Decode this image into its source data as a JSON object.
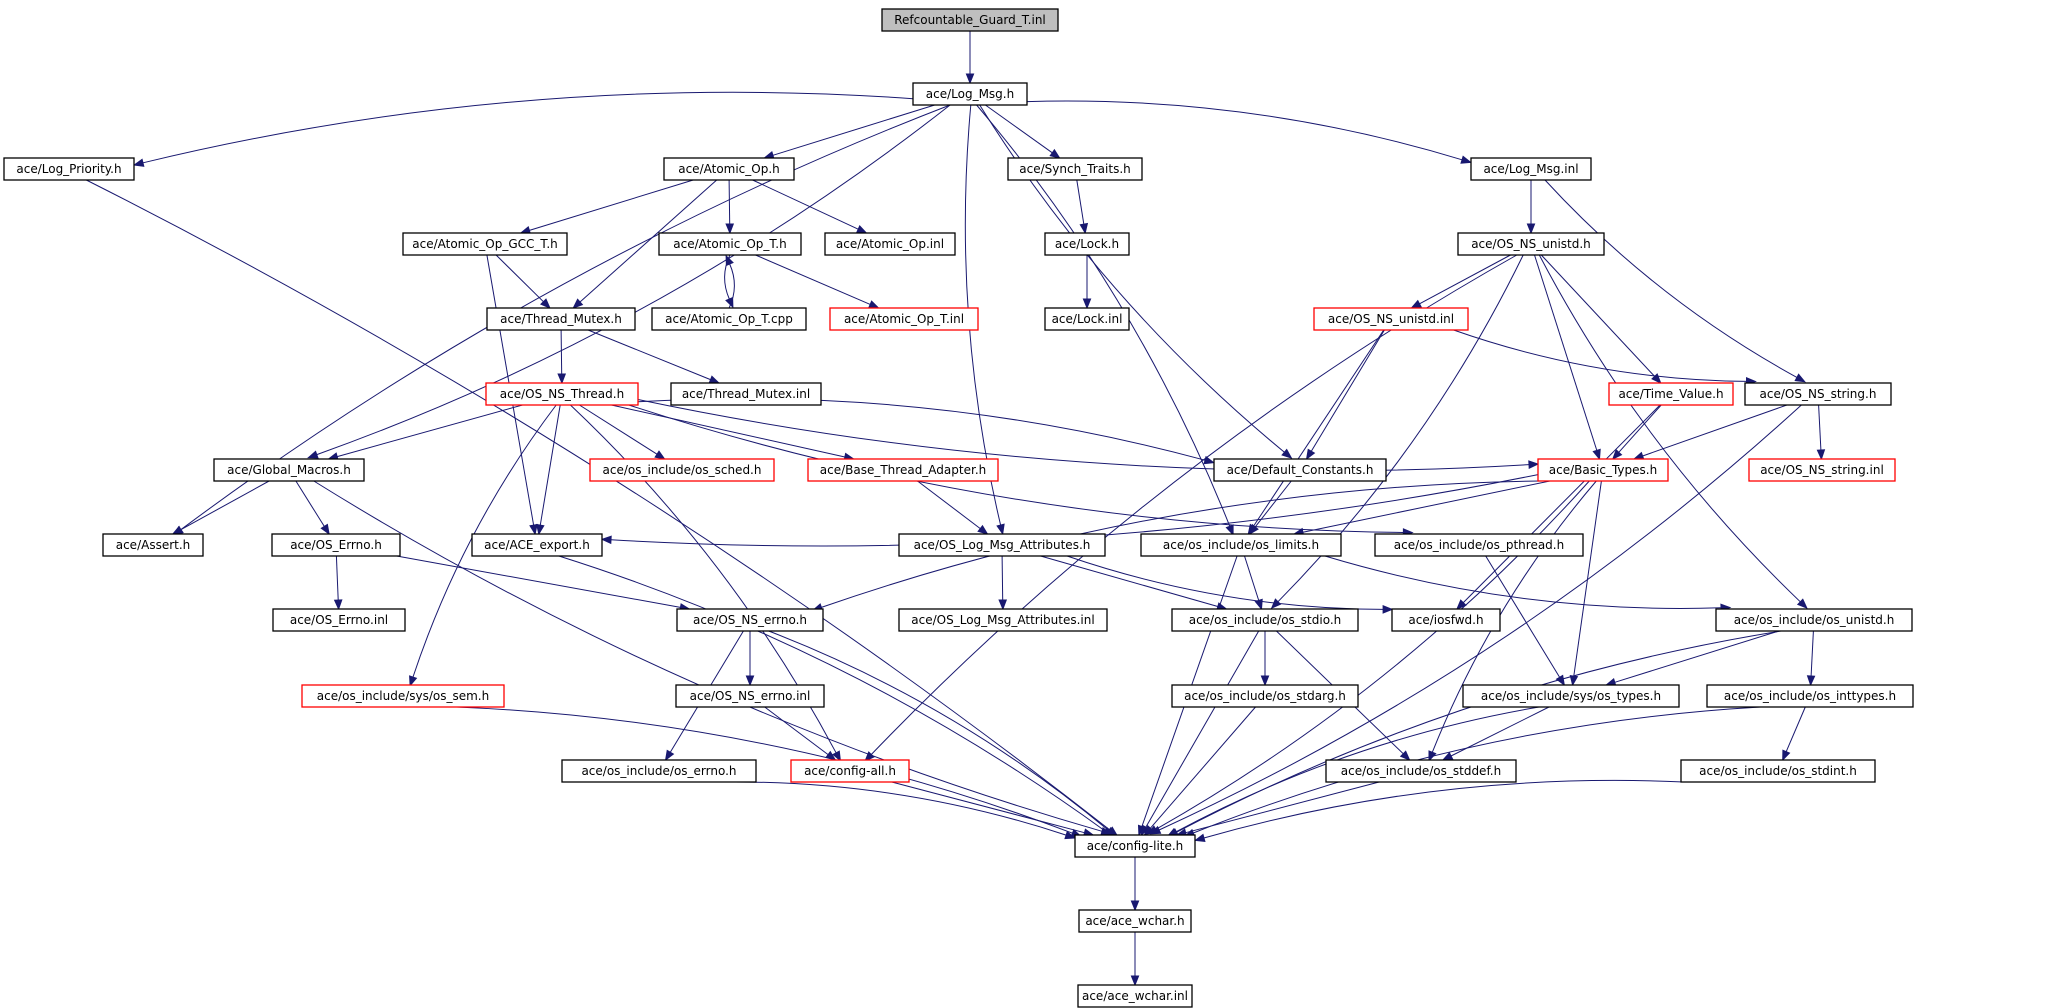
{
  "colors": {
    "edge": "#191970",
    "root_fill": "#bfbfbf",
    "normal_border": "#000000",
    "incomplete_border": "#ff0000",
    "background": "#ffffff"
  },
  "graph": {
    "nodes": [
      {
        "id": "root",
        "label": "Refcountable_Guard_T.inl",
        "style": "root"
      },
      {
        "id": "log_msg_h",
        "label": "ace/Log_Msg.h",
        "style": "normal"
      },
      {
        "id": "log_priority_h",
        "label": "ace/Log_Priority.h",
        "style": "normal"
      },
      {
        "id": "atomic_op_h",
        "label": "ace/Atomic_Op.h",
        "style": "normal"
      },
      {
        "id": "synch_traits_h",
        "label": "ace/Synch_Traits.h",
        "style": "normal"
      },
      {
        "id": "log_msg_inl",
        "label": "ace/Log_Msg.inl",
        "style": "normal"
      },
      {
        "id": "atomic_op_gcc_t_h",
        "label": "ace/Atomic_Op_GCC_T.h",
        "style": "normal"
      },
      {
        "id": "atomic_op_t_h",
        "label": "ace/Atomic_Op_T.h",
        "style": "normal"
      },
      {
        "id": "atomic_op_inl",
        "label": "ace/Atomic_Op.inl",
        "style": "normal"
      },
      {
        "id": "lock_h",
        "label": "ace/Lock.h",
        "style": "normal"
      },
      {
        "id": "os_ns_unistd_h",
        "label": "ace/OS_NS_unistd.h",
        "style": "normal"
      },
      {
        "id": "thread_mutex_h",
        "label": "ace/Thread_Mutex.h",
        "style": "normal"
      },
      {
        "id": "atomic_op_t_cpp",
        "label": "ace/Atomic_Op_T.cpp",
        "style": "normal"
      },
      {
        "id": "atomic_op_t_inl",
        "label": "ace/Atomic_Op_T.inl",
        "style": "incomplete"
      },
      {
        "id": "lock_inl",
        "label": "ace/Lock.inl",
        "style": "normal"
      },
      {
        "id": "os_ns_unistd_inl",
        "label": "ace/OS_NS_unistd.inl",
        "style": "incomplete"
      },
      {
        "id": "os_ns_thread_h",
        "label": "ace/OS_NS_Thread.h",
        "style": "incomplete"
      },
      {
        "id": "thread_mutex_inl",
        "label": "ace/Thread_Mutex.inl",
        "style": "normal"
      },
      {
        "id": "time_value_h",
        "label": "ace/Time_Value.h",
        "style": "incomplete"
      },
      {
        "id": "os_ns_string_h",
        "label": "ace/OS_NS_string.h",
        "style": "normal"
      },
      {
        "id": "global_macros_h",
        "label": "ace/Global_Macros.h",
        "style": "normal"
      },
      {
        "id": "os_sched_h",
        "label": "ace/os_include/os_sched.h",
        "style": "incomplete"
      },
      {
        "id": "base_thread_adapter_h",
        "label": "ace/Base_Thread_Adapter.h",
        "style": "incomplete"
      },
      {
        "id": "default_constants_h",
        "label": "ace/Default_Constants.h",
        "style": "normal"
      },
      {
        "id": "basic_types_h",
        "label": "ace/Basic_Types.h",
        "style": "incomplete"
      },
      {
        "id": "os_ns_string_inl",
        "label": "ace/OS_NS_string.inl",
        "style": "incomplete"
      },
      {
        "id": "assert_h",
        "label": "ace/Assert.h",
        "style": "normal"
      },
      {
        "id": "os_errno_h",
        "label": "ace/OS_Errno.h",
        "style": "normal"
      },
      {
        "id": "ace_export_h",
        "label": "ace/ACE_export.h",
        "style": "normal"
      },
      {
        "id": "os_log_msg_attributes_h",
        "label": "ace/OS_Log_Msg_Attributes.h",
        "style": "normal"
      },
      {
        "id": "os_limits_h",
        "label": "ace/os_include/os_limits.h",
        "style": "normal"
      },
      {
        "id": "os_pthread_h",
        "label": "ace/os_include/os_pthread.h",
        "style": "normal"
      },
      {
        "id": "os_errno_inl",
        "label": "ace/OS_Errno.inl",
        "style": "normal"
      },
      {
        "id": "os_ns_errno_h",
        "label": "ace/OS_NS_errno.h",
        "style": "normal"
      },
      {
        "id": "os_log_msg_attributes_inl",
        "label": "ace/OS_Log_Msg_Attributes.inl",
        "style": "normal"
      },
      {
        "id": "os_stdio_h",
        "label": "ace/os_include/os_stdio.h",
        "style": "normal"
      },
      {
        "id": "iosfwd_h",
        "label": "ace/iosfwd.h",
        "style": "normal"
      },
      {
        "id": "os_unistd_h",
        "label": "ace/os_include/os_unistd.h",
        "style": "normal"
      },
      {
        "id": "sys_os_sem_h",
        "label": "ace/os_include/sys/os_sem.h",
        "style": "incomplete"
      },
      {
        "id": "os_ns_errno_inl",
        "label": "ace/OS_NS_errno.inl",
        "style": "normal"
      },
      {
        "id": "os_stdarg_h",
        "label": "ace/os_include/os_stdarg.h",
        "style": "normal"
      },
      {
        "id": "sys_os_types_h",
        "label": "ace/os_include/sys/os_types.h",
        "style": "normal"
      },
      {
        "id": "os_inttypes_h",
        "label": "ace/os_include/os_inttypes.h",
        "style": "normal"
      },
      {
        "id": "os_errno_os_h",
        "label": "ace/os_include/os_errno.h",
        "style": "normal"
      },
      {
        "id": "config_all_h",
        "label": "ace/config-all.h",
        "style": "incomplete"
      },
      {
        "id": "os_stddef_h",
        "label": "ace/os_include/os_stddef.h",
        "style": "normal"
      },
      {
        "id": "os_stdint_h",
        "label": "ace/os_include/os_stdint.h",
        "style": "normal"
      },
      {
        "id": "config_lite_h",
        "label": "ace/config-lite.h",
        "style": "normal"
      },
      {
        "id": "ace_wchar_h",
        "label": "ace/ace_wchar.h",
        "style": "normal"
      },
      {
        "id": "ace_wchar_inl",
        "label": "ace/ace_wchar.inl",
        "style": "normal"
      }
    ],
    "edges": [
      [
        "root",
        "log_msg_h"
      ],
      [
        "log_msg_h",
        "log_priority_h"
      ],
      [
        "log_msg_h",
        "atomic_op_h"
      ],
      [
        "log_msg_h",
        "synch_traits_h"
      ],
      [
        "log_msg_h",
        "log_msg_inl"
      ],
      [
        "log_msg_h",
        "assert_h"
      ],
      [
        "log_msg_h",
        "global_macros_h"
      ],
      [
        "log_msg_h",
        "os_log_msg_attributes_h"
      ],
      [
        "log_msg_h",
        "os_limits_h"
      ],
      [
        "log_msg_h",
        "default_constants_h"
      ],
      [
        "log_priority_h",
        "config_lite_h"
      ],
      [
        "atomic_op_h",
        "atomic_op_gcc_t_h"
      ],
      [
        "atomic_op_h",
        "atomic_op_t_h"
      ],
      [
        "atomic_op_h",
        "atomic_op_inl"
      ],
      [
        "atomic_op_h",
        "thread_mutex_h"
      ],
      [
        "atomic_op_gcc_t_h",
        "thread_mutex_h"
      ],
      [
        "atomic_op_gcc_t_h",
        "ace_export_h"
      ],
      [
        "atomic_op_t_h",
        "atomic_op_t_cpp"
      ],
      [
        "atomic_op_t_cpp",
        "atomic_op_t_h"
      ],
      [
        "atomic_op_t_h",
        "atomic_op_t_inl"
      ],
      [
        "synch_traits_h",
        "lock_h"
      ],
      [
        "lock_h",
        "lock_inl"
      ],
      [
        "log_msg_inl",
        "os_ns_unistd_h"
      ],
      [
        "log_msg_inl",
        "os_ns_string_h"
      ],
      [
        "os_ns_unistd_h",
        "os_ns_unistd_inl"
      ],
      [
        "os_ns_unistd_h",
        "time_value_h"
      ],
      [
        "os_ns_unistd_h",
        "basic_types_h"
      ],
      [
        "os_ns_unistd_h",
        "os_unistd_h"
      ],
      [
        "os_ns_unistd_h",
        "os_stdio_h"
      ],
      [
        "os_ns_unistd_h",
        "config_all_h"
      ],
      [
        "os_ns_unistd_inl",
        "default_constants_h"
      ],
      [
        "os_ns_unistd_inl",
        "os_ns_string_h"
      ],
      [
        "os_ns_unistd_inl",
        "os_limits_h"
      ],
      [
        "thread_mutex_h",
        "os_ns_thread_h"
      ],
      [
        "thread_mutex_h",
        "thread_mutex_inl"
      ],
      [
        "os_ns_thread_h",
        "global_macros_h"
      ],
      [
        "os_ns_thread_h",
        "os_sched_h"
      ],
      [
        "os_ns_thread_h",
        "base_thread_adapter_h"
      ],
      [
        "os_ns_thread_h",
        "default_constants_h"
      ],
      [
        "os_ns_thread_h",
        "basic_types_h"
      ],
      [
        "os_ns_thread_h",
        "ace_export_h"
      ],
      [
        "os_ns_thread_h",
        "sys_os_sem_h"
      ],
      [
        "os_ns_thread_h",
        "config_all_h"
      ],
      [
        "os_ns_thread_h",
        "os_pthread_h"
      ],
      [
        "time_value_h",
        "basic_types_h"
      ],
      [
        "time_value_h",
        "iosfwd_h"
      ],
      [
        "os_ns_string_h",
        "basic_types_h"
      ],
      [
        "os_ns_string_h",
        "os_ns_string_inl"
      ],
      [
        "os_ns_string_h",
        "config_lite_h"
      ],
      [
        "global_macros_h",
        "assert_h"
      ],
      [
        "global_macros_h",
        "os_errno_h"
      ],
      [
        "global_macros_h",
        "config_lite_h"
      ],
      [
        "base_thread_adapter_h",
        "os_log_msg_attributes_h"
      ],
      [
        "default_constants_h",
        "os_limits_h"
      ],
      [
        "basic_types_h",
        "ace_export_h"
      ],
      [
        "basic_types_h",
        "os_limits_h"
      ],
      [
        "basic_types_h",
        "sys_os_types_h"
      ],
      [
        "basic_types_h",
        "os_stddef_h"
      ],
      [
        "basic_types_h",
        "config_lite_h"
      ],
      [
        "basic_types_h",
        "os_ns_errno_h"
      ],
      [
        "os_errno_h",
        "os_errno_inl"
      ],
      [
        "os_errno_h",
        "os_ns_errno_h"
      ],
      [
        "ace_export_h",
        "config_lite_h"
      ],
      [
        "os_log_msg_attributes_h",
        "os_log_msg_attributes_inl"
      ],
      [
        "os_log_msg_attributes_h",
        "os_stdio_h"
      ],
      [
        "os_log_msg_attributes_h",
        "iosfwd_h"
      ],
      [
        "os_limits_h",
        "os_stdio_h"
      ],
      [
        "os_limits_h",
        "os_unistd_h"
      ],
      [
        "os_limits_h",
        "config_lite_h"
      ],
      [
        "os_pthread_h",
        "sys_os_types_h"
      ],
      [
        "os_ns_errno_h",
        "os_ns_errno_inl"
      ],
      [
        "os_ns_errno_h",
        "os_errno_os_h"
      ],
      [
        "os_ns_errno_h",
        "config_lite_h"
      ],
      [
        "os_ns_errno_inl",
        "config_all_h"
      ],
      [
        "os_stdio_h",
        "os_stdarg_h"
      ],
      [
        "os_stdio_h",
        "os_stddef_h"
      ],
      [
        "os_stdio_h",
        "config_lite_h"
      ],
      [
        "os_unistd_h",
        "sys_os_types_h"
      ],
      [
        "os_unistd_h",
        "os_inttypes_h"
      ],
      [
        "os_unistd_h",
        "config_lite_h"
      ],
      [
        "sys_os_sem_h",
        "config_lite_h"
      ],
      [
        "os_stdarg_h",
        "config_lite_h"
      ],
      [
        "sys_os_types_h",
        "os_stddef_h"
      ],
      [
        "sys_os_types_h",
        "config_lite_h"
      ],
      [
        "os_inttypes_h",
        "os_stdint_h"
      ],
      [
        "os_inttypes_h",
        "config_lite_h"
      ],
      [
        "os_errno_os_h",
        "config_lite_h"
      ],
      [
        "config_all_h",
        "config_lite_h"
      ],
      [
        "os_stddef_h",
        "config_lite_h"
      ],
      [
        "os_stdint_h",
        "config_lite_h"
      ],
      [
        "config_lite_h",
        "ace_wchar_h"
      ],
      [
        "ace_wchar_h",
        "ace_wchar_inl"
      ]
    ]
  }
}
